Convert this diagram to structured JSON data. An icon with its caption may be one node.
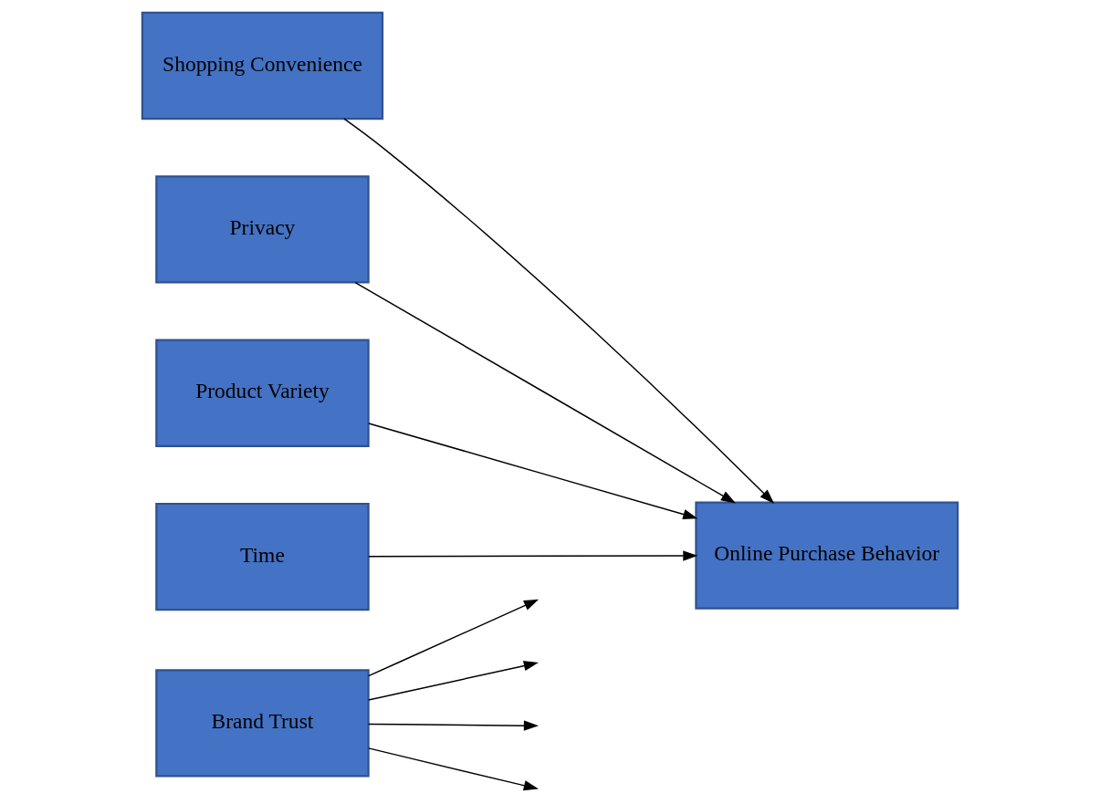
{
  "diagram": {
    "nodes": [
      {
        "text": [
          "Shopping Convenience"
        ]
      },
      {
        "text": [
          "Brand Trust"
        ]
      },
      {
        "text": [
          "Privacy"
        ]
      },
      {
        "text": [
          "Product Variety"
        ]
      },
      {
        "text": [
          "Time"
        ]
      },
      {
        "text": [
          "Online Purchase Behavior"
        ]
      }
    ],
    "edges": [
      {
        "from": 0,
        "to": 5,
        "arrow": "to"
      },
      {
        "from": 2,
        "to": 5,
        "arrow": "to"
      },
      {
        "from": 3,
        "to": 5,
        "arrow": "to"
      },
      {
        "from": 4,
        "to": 5,
        "arrow": "to"
      },
      {
        "from": 1,
        "to": null,
        "arrow": "to"
      },
      {
        "from": 1,
        "to": null,
        "arrow": "to"
      },
      {
        "from": 1,
        "to": null,
        "arrow": "to"
      },
      {
        "from": 1,
        "to": null,
        "arrow": "to"
      }
    ]
  }
}
